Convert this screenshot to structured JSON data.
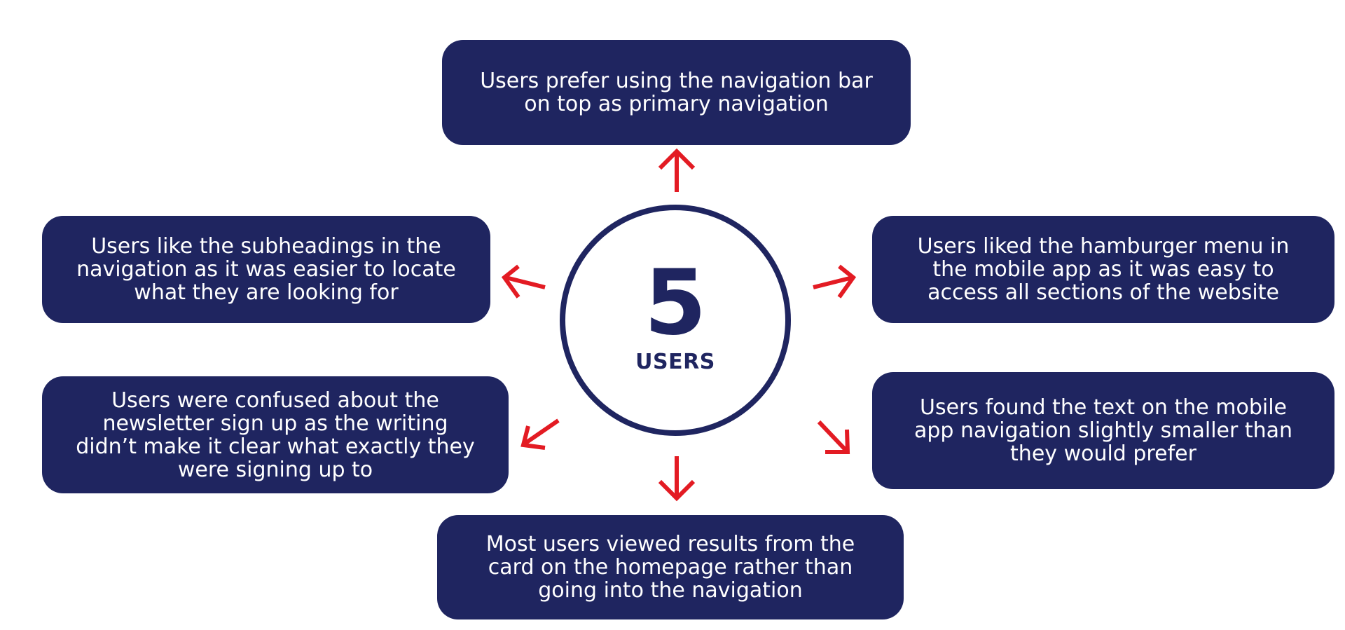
{
  "colors": {
    "card_background": "#1f2560",
    "card_text": "#ffffff",
    "circle": "#1f2560",
    "arrow": "#e31b23"
  },
  "center": {
    "number": "5",
    "label": "USERS"
  },
  "findings": {
    "top": "Users prefer using the navigation bar\non top as primary navigation",
    "left_upper": "Users like the subheadings in the\nnavigation as it was easier to locate\nwhat they are looking for",
    "right_upper": "Users liked the hamburger menu in\nthe mobile app as it was easy to\naccess all sections of the website",
    "left_lower": "Users were confused about the\nnewsletter sign up as the writing\ndidn’t make it clear what exactly they\nwere signing up to",
    "right_lower": "Users found the text on the mobile\napp navigation slightly smaller than\nthey would prefer",
    "bottom": "Most users viewed results from the\ncard on the homepage rather than\ngoing into the navigation"
  }
}
